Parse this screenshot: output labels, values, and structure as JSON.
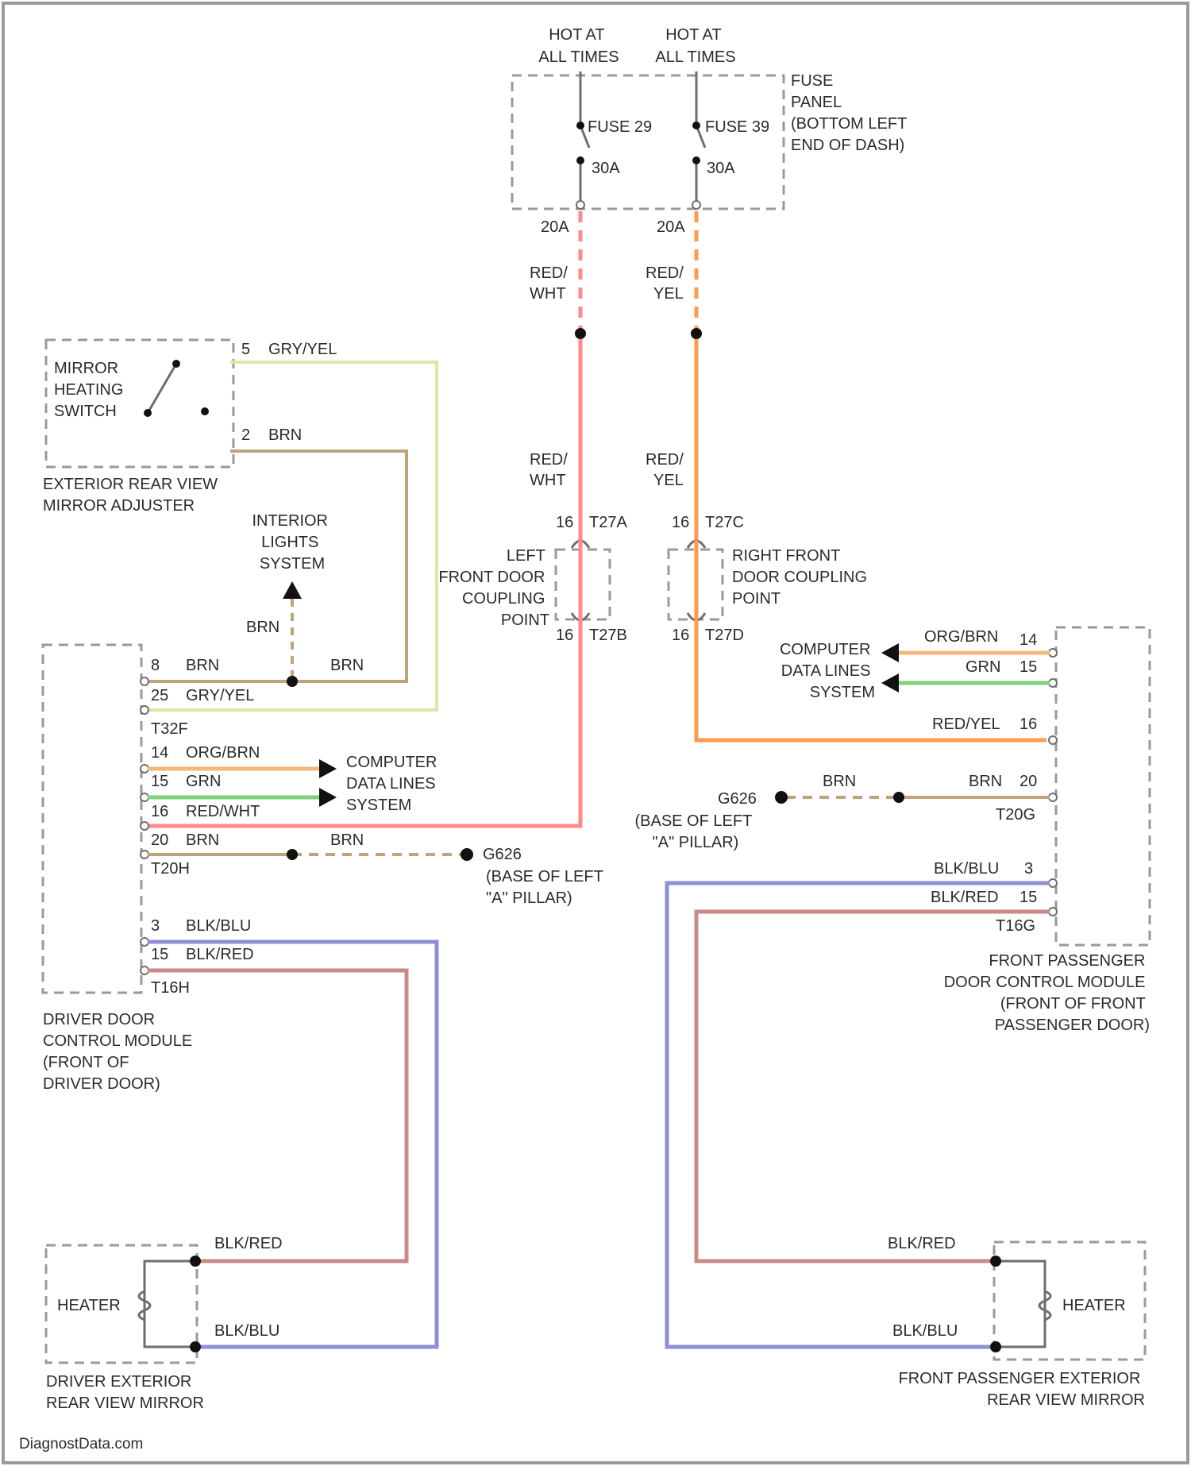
{
  "colors": {
    "red_wht": "#ff8a8a",
    "red_yel": "#ff9a4d",
    "gry_yel": "#dfe6a8",
    "brn": "#bfa47a",
    "org_brn": "#f4b77b",
    "grn": "#7fd27a",
    "blk_blu": "#8f8fd6",
    "blk_red": "#c98b88",
    "box": "#9a9a9a"
  },
  "labels": {
    "hot1": [
      "HOT AT",
      "ALL TIMES"
    ],
    "hot2": [
      "HOT AT",
      "ALL TIMES"
    ],
    "fuse29": "FUSE 29",
    "fuse39": "FUSE 39",
    "amp29": "30A",
    "amp39": "30A",
    "fuse_panel": [
      "FUSE",
      "PANEL",
      "(BOTTOM LEFT",
      "END OF DASH)"
    ],
    "pin_20a_left": "20A",
    "pin_20a_right": "20A",
    "wire_red_wht_top": [
      "RED/",
      "WHT"
    ],
    "wire_red_yel_top": [
      "RED/",
      "YEL"
    ],
    "wire_red_wht_mid": [
      "RED/",
      "WHT"
    ],
    "wire_red_yel_mid": [
      "RED/",
      "YEL"
    ],
    "mirror_switch": [
      "MIRROR",
      "HEATING",
      "SWITCH"
    ],
    "adjuster": [
      "EXTERIOR REAR VIEW",
      "MIRROR ADJUSTER"
    ],
    "adj_pin5": "5",
    "adj_pin5_wire": "GRY/YEL",
    "adj_pin2": "2",
    "adj_pin2_wire": "BRN",
    "interior_lights": [
      "INTERIOR",
      "LIGHTS",
      "SYSTEM"
    ],
    "brn_vertical": "BRN",
    "left_coupling_pins": {
      "top_pin": "16",
      "top_conn": "T27A",
      "bot_pin": "16",
      "bot_conn": "T27B"
    },
    "left_coupling": [
      "LEFT",
      "FRONT DOOR",
      "COUPLING",
      "POINT"
    ],
    "right_coupling_pins": {
      "top_pin": "16",
      "top_conn": "T27C",
      "bot_pin": "16",
      "bot_conn": "T27D"
    },
    "right_coupling": [
      "RIGHT FRONT",
      "DOOR COUPLING",
      "POINT"
    ],
    "driver_rows": {
      "r1_pin": "8",
      "r1_wire": "BRN",
      "r1_wire_right": "BRN",
      "r2_pin": "25",
      "r2_wire": "GRY/YEL",
      "conn1": "T32F",
      "r3_pin": "14",
      "r3_wire": "ORG/BRN",
      "r4_pin": "15",
      "r4_wire": "GRN",
      "r5_pin": "16",
      "r5_wire": "RED/WHT",
      "r6_pin": "20",
      "r6_wire": "BRN",
      "r6_wire_right": "BRN",
      "conn2": "T20H",
      "r7_pin": "3",
      "r7_wire": "BLK/BLU",
      "r8_pin": "15",
      "r8_wire": "BLK/RED",
      "conn3": "T16H"
    },
    "computer_left": [
      "COMPUTER",
      "DATA LINES",
      "SYSTEM"
    ],
    "ground_left": {
      "id": "G626",
      "loc": [
        "(BASE OF LEFT",
        "\"A\" PILLAR)"
      ]
    },
    "driver_module": [
      "DRIVER DOOR",
      "CONTROL MODULE",
      "(FRONT OF",
      "DRIVER DOOR)"
    ],
    "computer_right": [
      "COMPUTER",
      "DATA LINES",
      "SYSTEM"
    ],
    "pass_rows": {
      "r1_wire": "ORG/BRN",
      "r1_pin": "14",
      "r2_wire": "GRN",
      "r2_pin": "15",
      "r3_wire": "RED/YEL",
      "r3_pin": "16",
      "r4_wire_left": "BRN",
      "r4_wire": "BRN",
      "r4_pin": "20",
      "conn1": "T20G",
      "r5_wire": "BLK/BLU",
      "r5_pin": "3",
      "r6_wire": "BLK/RED",
      "r6_pin": "15",
      "conn2": "T16G"
    },
    "ground_right": {
      "id": "G626",
      "loc": [
        "(BASE OF LEFT",
        "\"A\" PILLAR)"
      ]
    },
    "pass_module": [
      "FRONT PASSENGER",
      "DOOR CONTROL MODULE",
      "(FRONT OF FRONT",
      "PASSENGER DOOR)"
    ],
    "heater_left": "HEATER",
    "heater_right": "HEATER",
    "left_mirror_wire_top": "BLK/RED",
    "left_mirror_wire_bot": "BLK/BLU",
    "right_mirror_wire_top": "BLK/RED",
    "right_mirror_wire_bot": "BLK/BLU",
    "driver_mirror": [
      "DRIVER EXTERIOR",
      "REAR VIEW MIRROR"
    ],
    "pass_mirror": [
      "FRONT PASSENGER EXTERIOR",
      "REAR VIEW MIRROR"
    ],
    "watermark": "DiagnostData.com"
  }
}
